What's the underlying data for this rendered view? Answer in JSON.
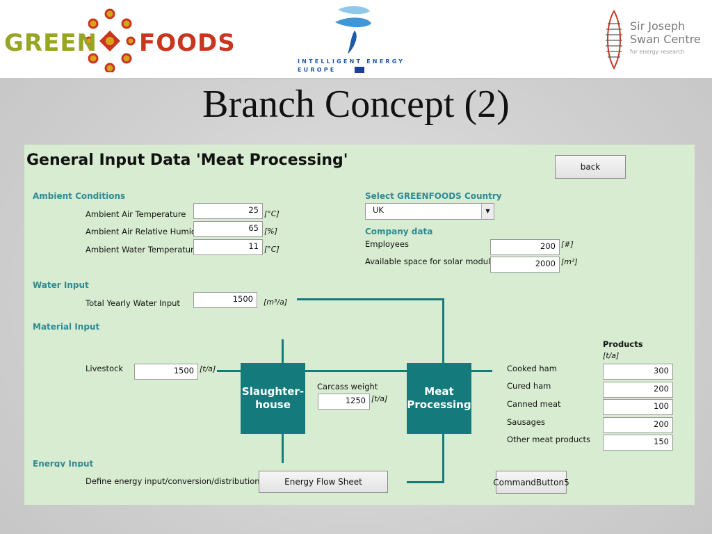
{
  "header": {
    "greenfoods_logo_text": "GREEN FOODS",
    "iee_logo_text": "INTELLIGENT ENERGY EUROPE",
    "swan_logo_text": "Sir Joseph Swan Centre for energy research"
  },
  "slide_title": "Branch Concept (2)",
  "panel": {
    "title": "General Input Data 'Meat Processing'",
    "back_button": "back",
    "ambient": {
      "heading": "Ambient Conditions",
      "rows": [
        {
          "label": "Ambient Air Temperature",
          "value": "25",
          "unit": "[°C]"
        },
        {
          "label": "Ambient Air Relative Humidity",
          "value": "65",
          "unit": "[%]"
        },
        {
          "label": "Ambient Water Temperature",
          "value": "11",
          "unit": "[°C]"
        }
      ]
    },
    "country": {
      "heading": "Select GREENFOODS Country",
      "selected": "UK"
    },
    "company": {
      "heading": "Company data",
      "rows": [
        {
          "label": "Employees",
          "value": "200",
          "unit": "[#]"
        },
        {
          "label": "Available space for solar moduls",
          "value": "2000",
          "unit": "[m²]"
        }
      ]
    },
    "water": {
      "heading": "Water Input",
      "label": "Total Yearly Water Input",
      "value": "1500",
      "unit": "[m³/a]"
    },
    "material": {
      "heading": "Material Input",
      "livestock_label": "Livestock",
      "livestock_value": "1500",
      "livestock_unit": "[t/a]",
      "carcass_label": "Carcass weight",
      "carcass_value": "1250",
      "carcass_unit": "[t/a]"
    },
    "slaughterhouse": "Slaughter-\nhouse",
    "meat_processing": "Meat\nProcessing",
    "products": {
      "heading": "Products",
      "unit": "[t/a]",
      "items": [
        {
          "label": "Cooked ham",
          "value": "300"
        },
        {
          "label": "Cured ham",
          "value": "200"
        },
        {
          "label": "Canned meat",
          "value": "100"
        },
        {
          "label": "Sausages",
          "value": "200"
        },
        {
          "label": "Other meat products",
          "value": "150"
        }
      ]
    },
    "energy": {
      "heading": "Energy Input",
      "label": "Define energy input/conversion/distribution in:",
      "button": "Energy Flow Sheet"
    },
    "command_button": "CommandButton5"
  }
}
